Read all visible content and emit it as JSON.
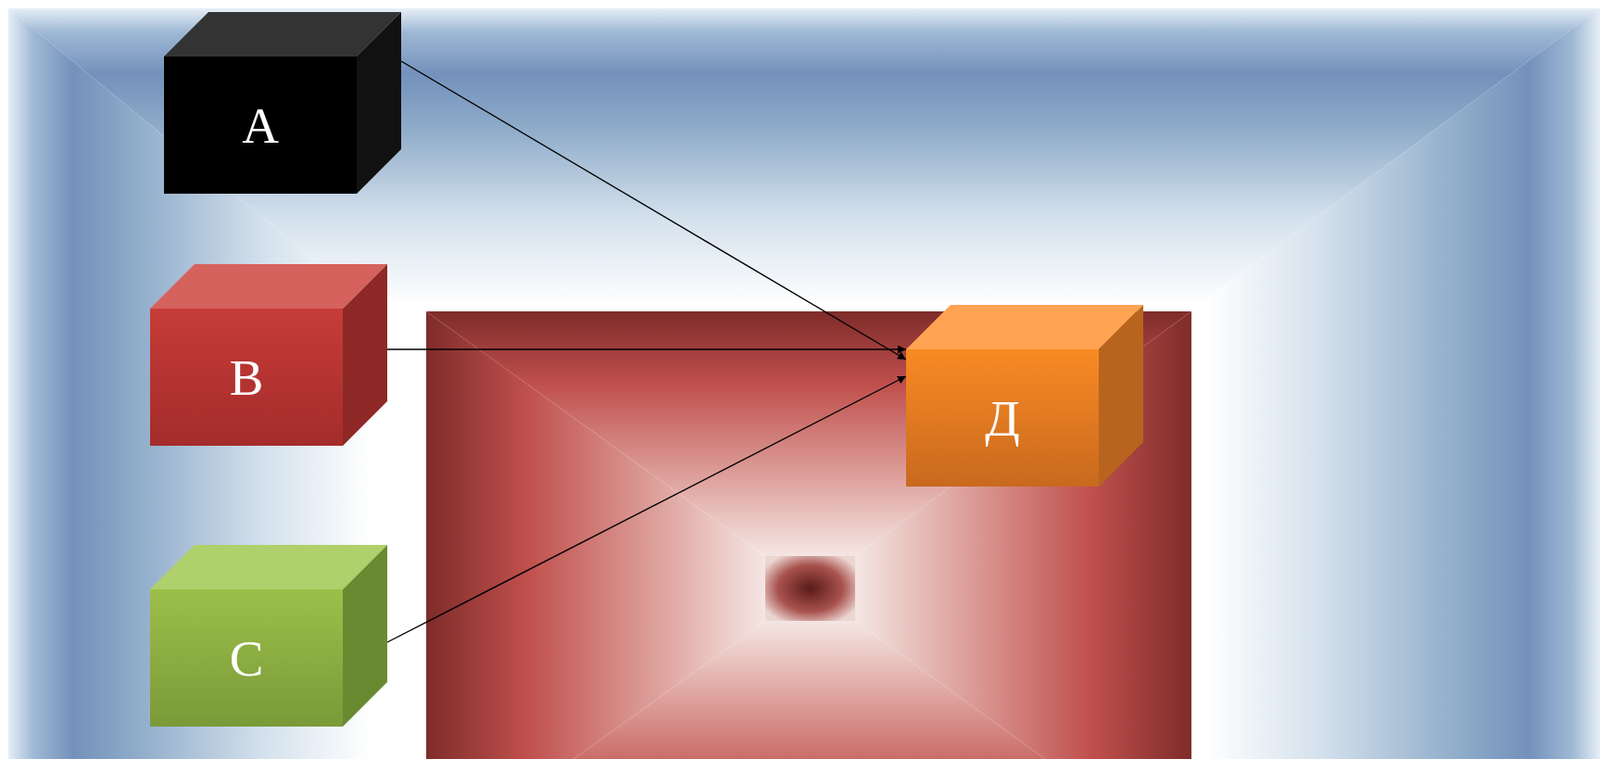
{
  "diagram": {
    "nodes": [
      {
        "text": [
          "А"
        ]
      },
      {
        "text": [
          "В"
        ]
      },
      {
        "text": [
          "С"
        ]
      },
      {
        "text": [
          "Д"
        ]
      }
    ],
    "edges": [
      {
        "from": 0,
        "to": 3,
        "arrow": "to"
      },
      {
        "from": 1,
        "to": 3,
        "arrow": "to"
      },
      {
        "from": 2,
        "to": 3,
        "arrow": "to"
      }
    ]
  }
}
